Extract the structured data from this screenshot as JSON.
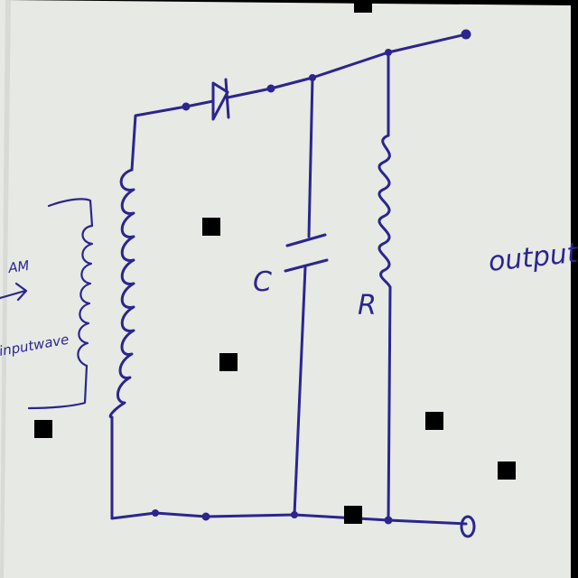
{
  "diagram": {
    "labels": {
      "capacitor": "C",
      "resistor": "R",
      "output": "output",
      "input_top": "AM",
      "input_bottom": "inputwave"
    },
    "colors": {
      "paper": "#e7e9e4",
      "ink": "#2b2590",
      "background": "#000000"
    },
    "components": {
      "transformer": "transformer-icon",
      "diode": "diode-icon",
      "capacitor": "capacitor-icon",
      "resistor": "resistor-icon"
    }
  }
}
